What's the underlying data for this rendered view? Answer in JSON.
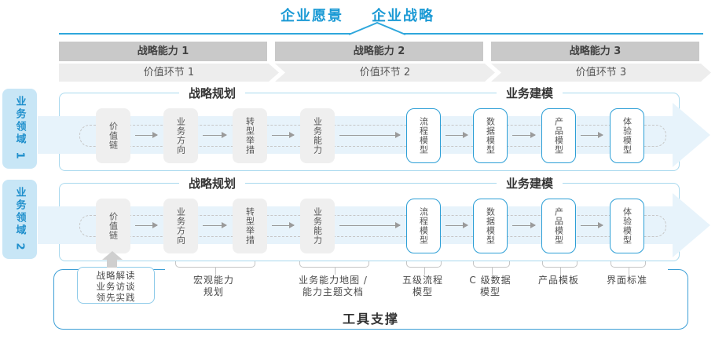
{
  "title": {
    "vision": "企业愿景",
    "strategy": "企业战略"
  },
  "capability_bar": [
    "战略能力 1",
    "战略能力 2",
    "战略能力 3"
  ],
  "value_chain_bar": [
    "价值环节 1",
    "价值环节 2",
    "价值环节 3"
  ],
  "domains": [
    "业务领域 1",
    "业务领域 2"
  ],
  "rows": [
    {
      "planning_header": "战略规划",
      "modeling_header": "业务建模",
      "stage_boxes": [
        "价值链",
        "业务方向",
        "转型举措",
        "业务能力"
      ],
      "model_boxes": [
        "流程模型",
        "数据模型",
        "产品模型",
        "体验模型"
      ]
    },
    {
      "planning_header": "战略规划",
      "modeling_header": "业务建模",
      "stage_boxes": [
        "价值链",
        "业务方向",
        "转型举措",
        "业务能力"
      ],
      "model_boxes": [
        "流程模型",
        "数据模型",
        "产品模型",
        "体验模型"
      ]
    }
  ],
  "annotations": {
    "input_box_lines": [
      "战略解读",
      "业务访谈",
      "领先实践"
    ],
    "labels": [
      {
        "lines": [
          "宏观能力",
          "规划"
        ]
      },
      {
        "lines": [
          "业务能力地图 /",
          "能力主题文档"
        ]
      },
      {
        "lines": [
          "五级流程",
          "模型"
        ]
      },
      {
        "lines": [
          "C 级数据",
          "模型"
        ]
      },
      {
        "lines": [
          "产品模板"
        ]
      },
      {
        "lines": [
          "界面标准"
        ]
      }
    ]
  },
  "footer": {
    "label": "工具支撑"
  },
  "colors": {
    "accent_blue": "#1b9ad5",
    "line_blue": "#2ea7dc",
    "band_blue": "#e7f3fb",
    "model_box_border": "#2d9fd6",
    "container_border": "#a9d9ee",
    "tools_border": "#3d9fd6",
    "bar_gray": "#c9c9c9",
    "chevron_gray": "#ededed",
    "stage_box_gray": "#efefef",
    "domain_tab_bg": "#c8e6f6",
    "domain_tab_text": "#1e8fcc"
  }
}
